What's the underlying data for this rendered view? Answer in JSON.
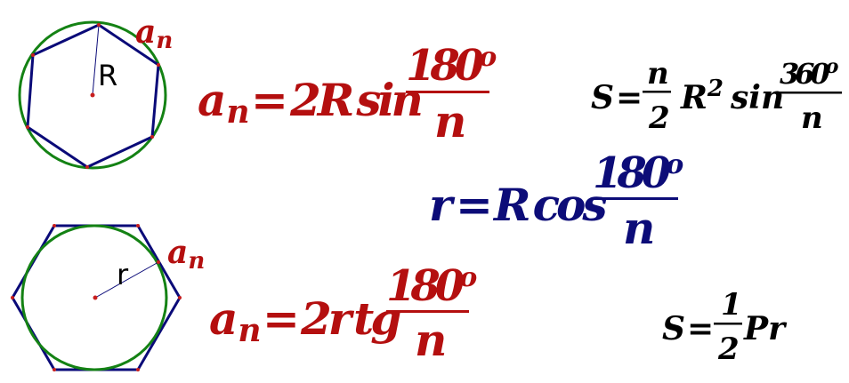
{
  "colors": {
    "circle": "#148214",
    "polygon": "#0a0a78",
    "red": "#b40f0f",
    "navy": "#0c0c78",
    "black": "#000000",
    "vertex": "#c81e1e"
  },
  "labels": {
    "circumradius": "R",
    "inradius": "r",
    "side_symbol": "a",
    "side_sub": "n"
  },
  "formulas": {
    "side_circumscribed": {
      "lhs": "a",
      "lhs_sub": "n",
      "eq": "=",
      "coef": "2R",
      "func": "sin",
      "numerator": "180",
      "degree": "o",
      "denominator": "n"
    },
    "area_circumscribed": {
      "lhs": "S",
      "eq": "=",
      "frac_num": "n",
      "frac_den": "2",
      "base": "R",
      "power": "2",
      "func": "sin",
      "numerator": "360",
      "degree": "o",
      "denominator": "n"
    },
    "inradius": {
      "lhs": "r",
      "eq": "=",
      "base": "R",
      "func": "cos",
      "numerator": "180",
      "degree": "o",
      "denominator": "n"
    },
    "side_inscribed": {
      "lhs": "a",
      "lhs_sub": "n",
      "eq": "=",
      "coef": "2r",
      "func": "tg",
      "numerator": "180",
      "degree": "o",
      "denominator": "n"
    },
    "area_inscribed": {
      "lhs": "S",
      "eq": "=",
      "frac_num": "1",
      "frac_den": "2",
      "tail": "Pr"
    }
  }
}
